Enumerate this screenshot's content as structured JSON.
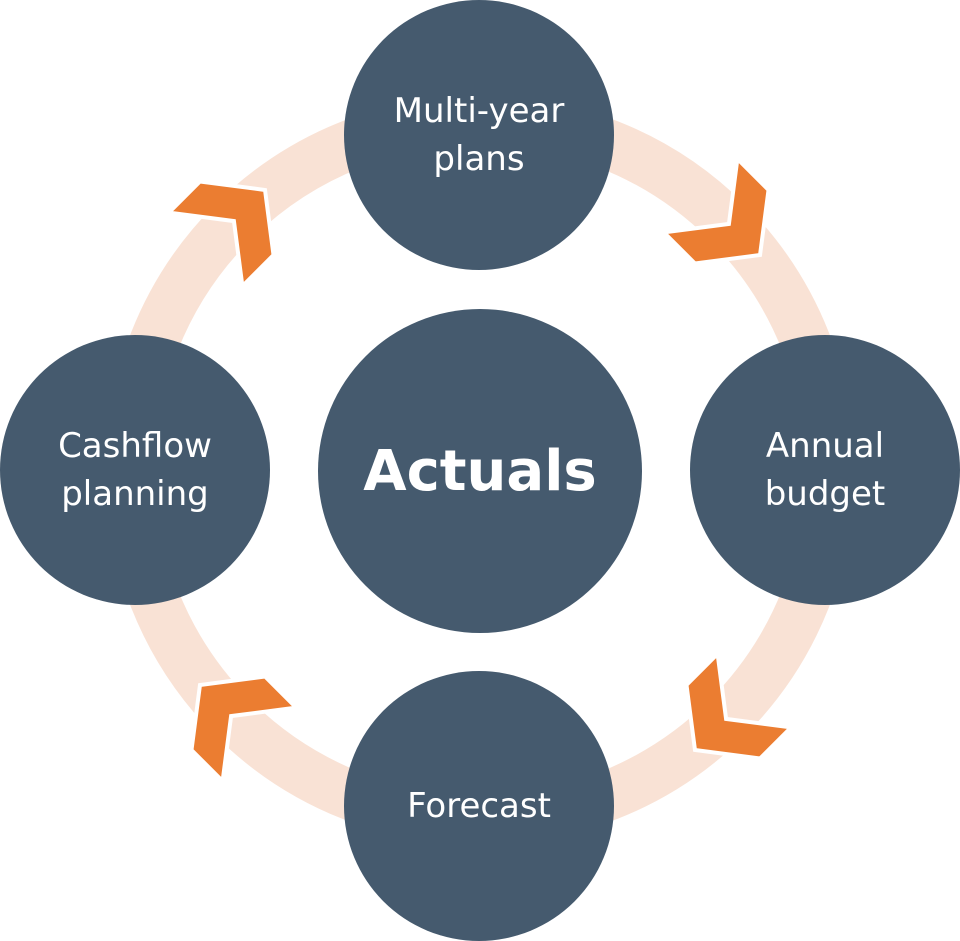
{
  "diagram": {
    "center": {
      "label": "Actuals"
    },
    "nodes": [
      {
        "id": "top",
        "label": "Multi-year\nplans"
      },
      {
        "id": "right",
        "label": "Annual\nbudget"
      },
      {
        "id": "bottom",
        "label": "Forecast"
      },
      {
        "id": "left",
        "label": "Cashflow\nplanning"
      }
    ],
    "flow_direction": "clockwise"
  },
  "colors": {
    "node_fill": "#455A6E",
    "ring": "#F9E2D5",
    "arrow": "#EB7D31",
    "text": "#FFFFFF"
  }
}
